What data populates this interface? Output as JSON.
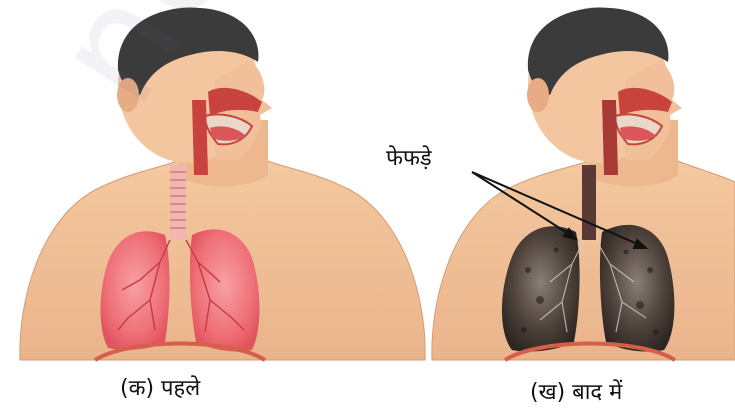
{
  "figure": {
    "label_lungs": "फेफड़े",
    "caption_before": "(क) पहले",
    "caption_after": "(ख) बाद में",
    "watermark": "not to"
  },
  "colors": {
    "skin": "#f2c39a",
    "skin_shade": "#dfa17a",
    "hair": "#3a3a3a",
    "healthy_lung": "#f0727a",
    "damaged_lung": "#4a3e38",
    "diaphragm": "#d4604a",
    "airway": "#c8433e"
  },
  "icons": [
    "torso-illustration",
    "lungs-illustration",
    "arrow-pointer"
  ]
}
